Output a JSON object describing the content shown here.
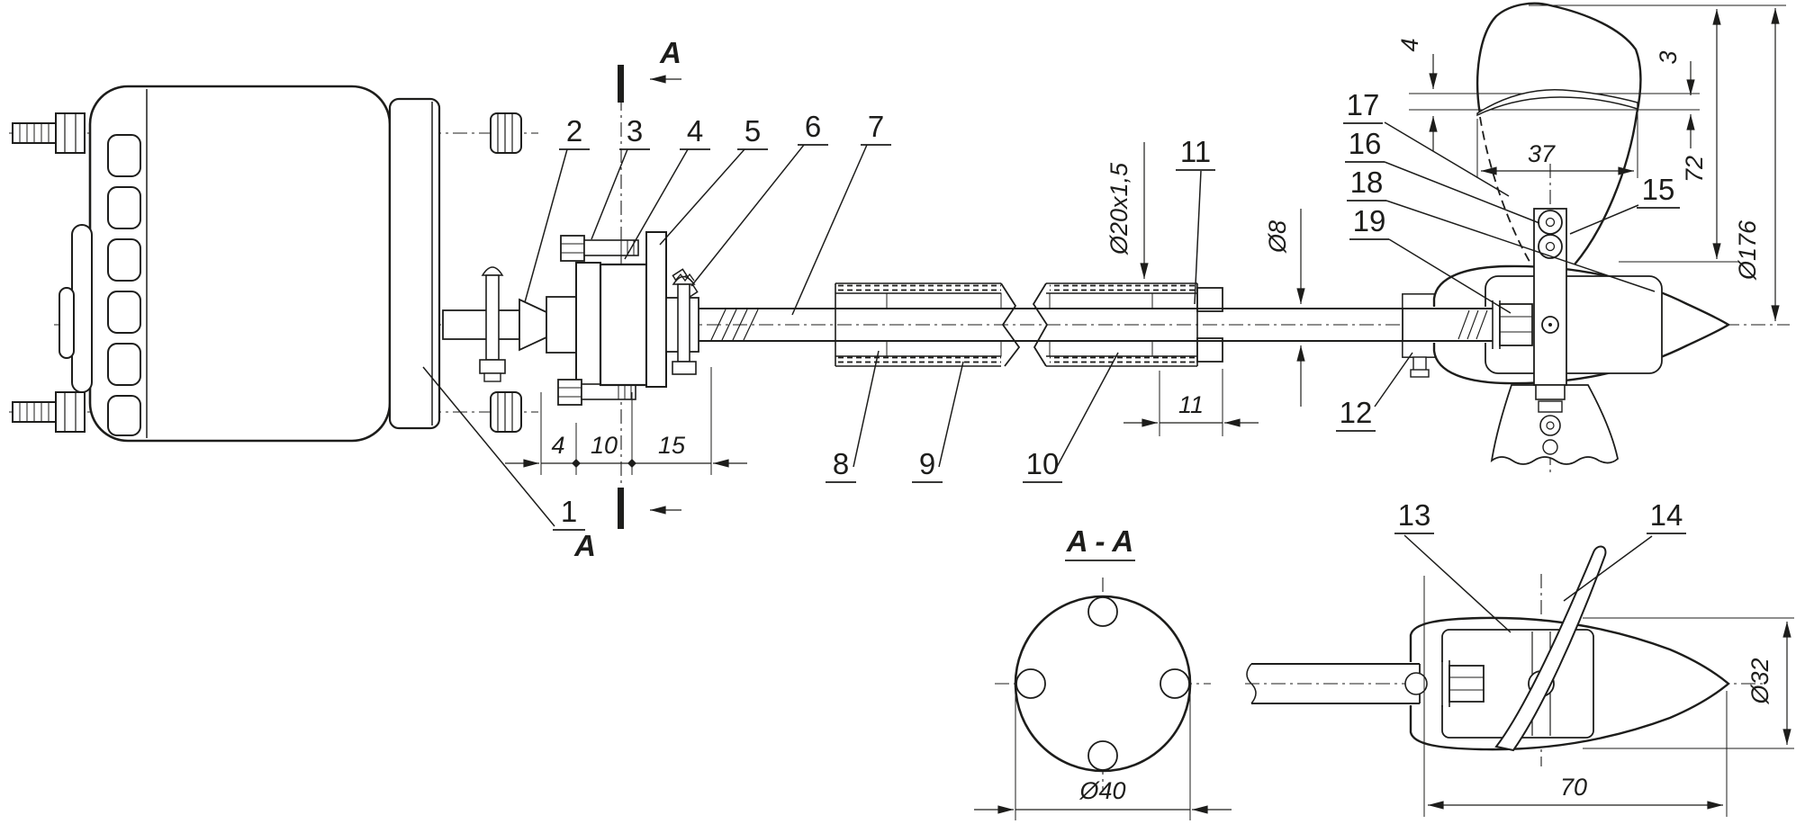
{
  "colors": {
    "ink": "#1d1d1b",
    "paper": "#ffffff"
  },
  "part_labels": {
    "1": "1",
    "2": "2",
    "3": "3",
    "4": "4",
    "5": "5",
    "6": "6",
    "7": "7",
    "8": "8",
    "9": "9",
    "10": "10",
    "11": "11",
    "12": "12",
    "13": "13",
    "14": "14",
    "15": "15",
    "16": "16",
    "17": "17",
    "18": "18",
    "19": "19"
  },
  "dimensions": {
    "coupling_seg1": "4",
    "coupling_seg2": "10",
    "coupling_seg3": "15",
    "tube_od": "Ø20x1,5",
    "bushing_length": "11",
    "shaft_od": "Ø8",
    "blade_thickness_left": "4",
    "blade_thickness_right": "3",
    "blade_chord": "37",
    "blade_span": "72",
    "prop_diameter": "Ø176",
    "coupling_disc_diameter": "Ø40",
    "spinner_length": "70",
    "spinner_diameter": "Ø32"
  },
  "section_view": {
    "marker_top": "A",
    "marker_bottom": "A",
    "title": "A - A"
  }
}
